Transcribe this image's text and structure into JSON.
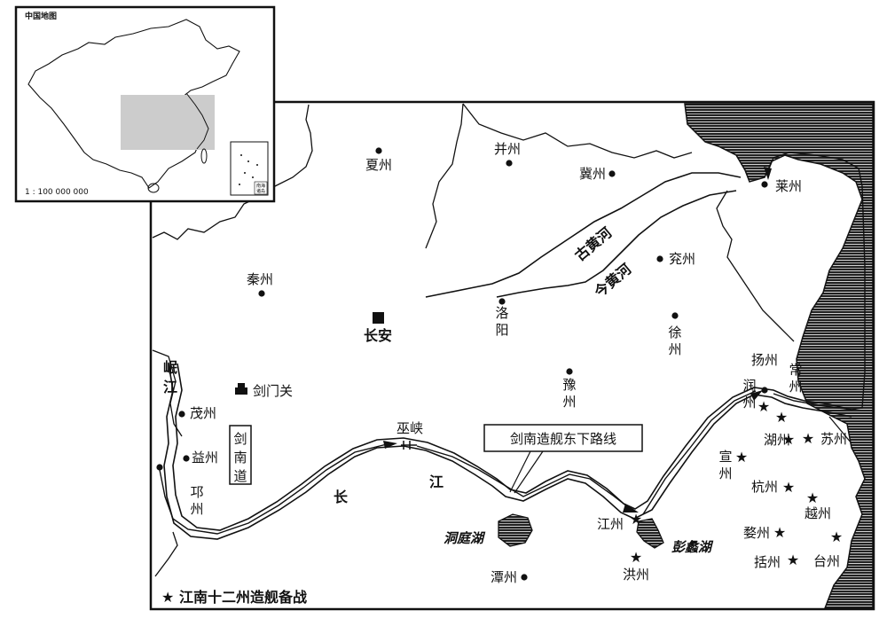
{
  "inset": {
    "title": "中国地图",
    "scale": "1 : 100 000 000",
    "islands_label": "南海诸岛"
  },
  "legend": {
    "star_text": "江南十二州造舰备战"
  },
  "route_callout": "剑南造舰东下路线",
  "region_label": "剑南道",
  "rivers": {
    "min_jiang": "岷江",
    "chang": "长",
    "jiang": "江",
    "old_yellow_river": "古黄河",
    "new_yellow_river": "今黄河"
  },
  "lakes": {
    "dongting": "洞庭湖",
    "poyang": "彭蠡湖"
  },
  "gorge": "巫峡",
  "capital": "长安",
  "pass": "剑门关",
  "dot_cities": [
    "夏州",
    "并州",
    "冀州",
    "莱州",
    "兖州",
    "秦州",
    "洛阳",
    "徐州",
    "豫州",
    "扬州",
    "茂州",
    "益州",
    "邛州",
    "潭州"
  ],
  "star_cities": [
    "润州",
    "常州",
    "湖州",
    "苏州",
    "宣州",
    "杭州",
    "越州",
    "婺州",
    "括州",
    "台州",
    "江州",
    "洪州"
  ],
  "colors": {
    "ink": "#111111",
    "sea_hatch": "#222222",
    "inset_highlight": "#cccccc",
    "paper": "#ffffff"
  }
}
